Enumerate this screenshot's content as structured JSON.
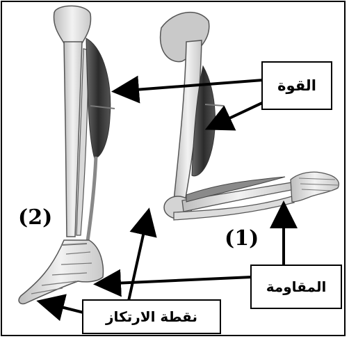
{
  "labels": {
    "force": "القوة",
    "resistance": "المقاومة",
    "fulcrum": "نقطة الارتكاز"
  },
  "figures": {
    "leg_number": "(2)",
    "arm_number": "(1)"
  },
  "colors": {
    "bone": "#e9e9e9",
    "bone_outline": "#555555",
    "muscle": "#3a3a3a",
    "arrow": "#000000"
  }
}
